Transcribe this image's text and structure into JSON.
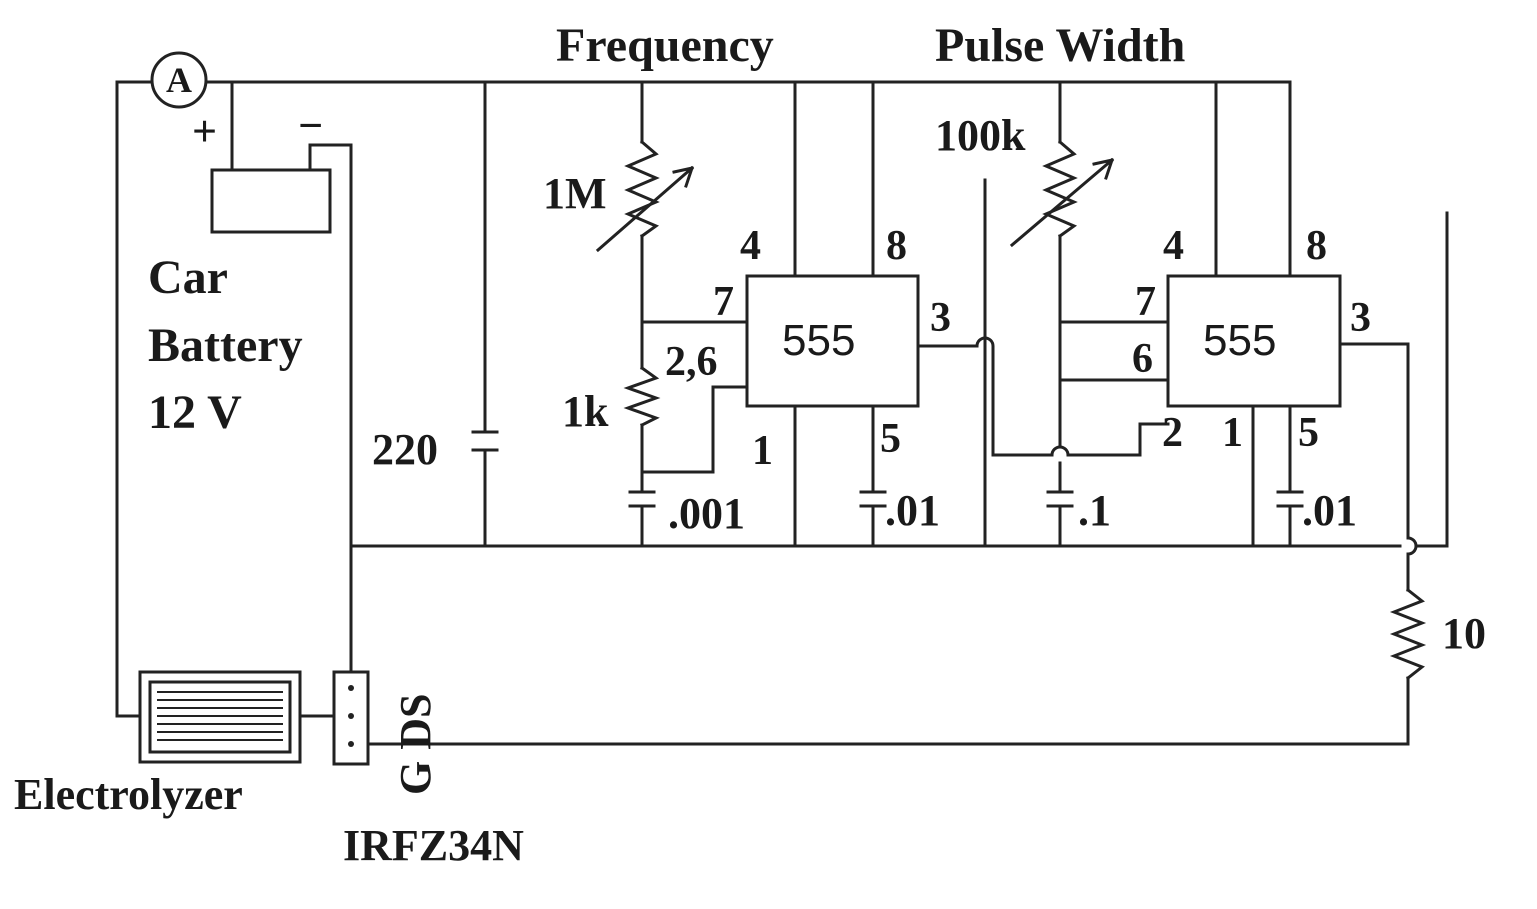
{
  "headings": {
    "frequency": "Frequency",
    "pulse_width": "Pulse Width"
  },
  "ammeter": {
    "symbol": "A"
  },
  "battery": {
    "plus": "+",
    "minus": "−",
    "line1": "Car",
    "line2": "Battery",
    "line3": "12 V"
  },
  "components": {
    "cap_main": "220",
    "pot_freq": "1M",
    "res_freq": "1k",
    "cap_timing_1": ".001",
    "cap_ctrl_1": ".01",
    "pot_pw": "100k",
    "cap_timing_2": ".1",
    "cap_ctrl_2": ".01",
    "res_gate": "10"
  },
  "timer1": {
    "label": "555",
    "pins": {
      "p4": "4",
      "p8": "8",
      "p7": "7",
      "p26": "2,6",
      "p3": "3",
      "p1": "1",
      "p5": "5"
    }
  },
  "timer2": {
    "label": "555",
    "pins": {
      "p4": "4",
      "p8": "8",
      "p7": "7",
      "p6": "6",
      "p3": "3",
      "p2": "2",
      "p1": "1",
      "p5": "5"
    }
  },
  "electrolyzer": {
    "label": "Electrolyzer"
  },
  "mosfet": {
    "part": "IRFZ34N",
    "pins": "G DS"
  }
}
